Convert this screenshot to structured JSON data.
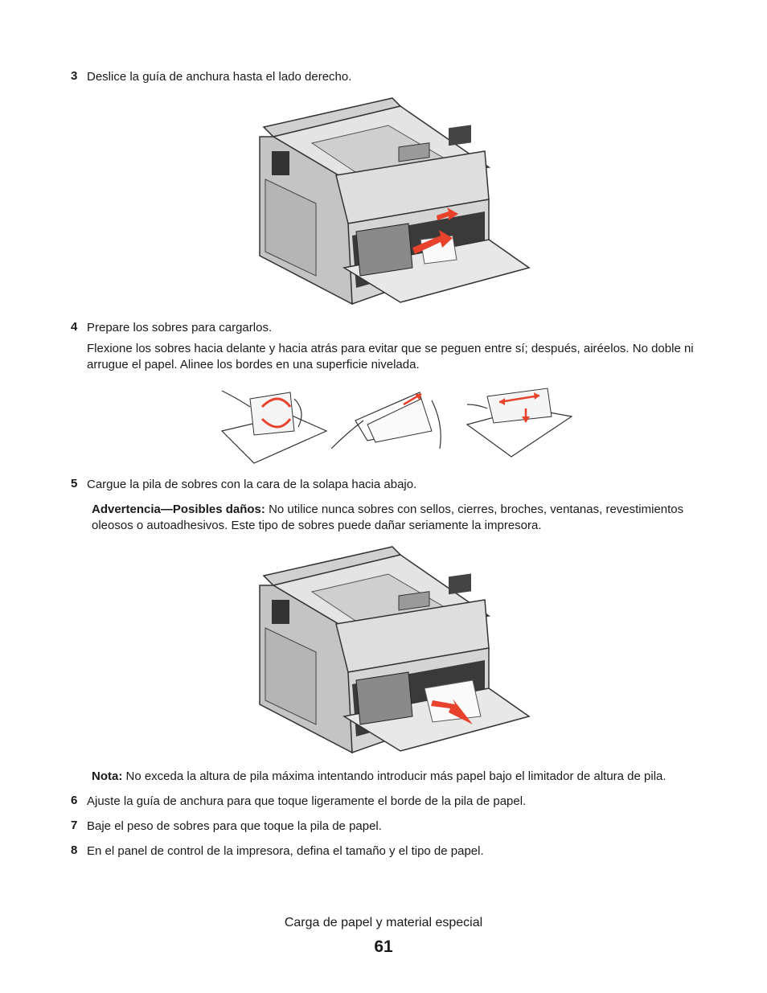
{
  "steps": [
    {
      "num": "3",
      "text": "Deslice la guía de anchura hasta el lado derecho."
    },
    {
      "num": "4",
      "text": "Prepare los sobres para cargarlos.",
      "detail_line1": "Flexione los sobres hacia delante y hacia atrás para evitar que se peguen entre sí; después, airéelos. No doble ni",
      "detail_line2": "arrugue el papel. Alinee los bordes en una superficie nivelada."
    },
    {
      "num": "5",
      "text": "Cargue la pila de sobres con la cara de la solapa hacia abajo."
    },
    {
      "num": "6",
      "text": "Ajuste la guía de anchura para que toque ligeramente el borde de la pila de papel."
    },
    {
      "num": "7",
      "text": "Baje el peso de sobres para que toque la pila de papel."
    },
    {
      "num": "8",
      "text": "En el panel de control de la impresora, defina el tamaño y el tipo de papel."
    }
  ],
  "warning": {
    "label": "Advertencia—Posibles daños:",
    "line1": " No utilice nunca sobres con sellos, cierres, broches, ventanas, revestimientos",
    "line2": "oleosos o autoadhesivos. Este tipo de sobres puede dañar seriamente la impresora."
  },
  "note": {
    "label": "Nota:",
    "text": " No exceda la altura de pila máxima intentando introducir más papel bajo el limitador de altura de pila."
  },
  "footer": {
    "title": "Carga de papel y material especial",
    "page": "61"
  },
  "colors": {
    "arrow": "#e8412c",
    "printer_body": "#d9d9d9",
    "printer_dark": "#555555"
  }
}
